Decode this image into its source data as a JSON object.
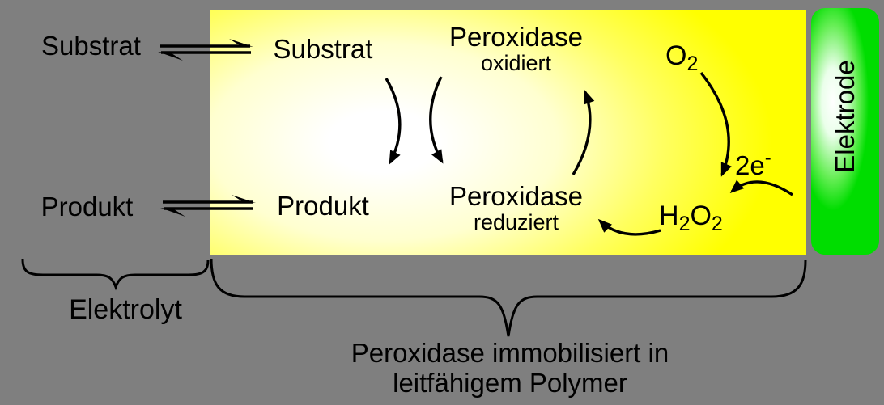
{
  "colors": {
    "background": "#7f7f7f",
    "membrane_yellow": "#ffff00",
    "electrode_green": "#00dd00",
    "stroke": "#000000",
    "text": "#000000"
  },
  "electrolyte_region": {
    "substrat": "Substrat",
    "produkt": "Produkt",
    "brace_label": "Elektrolyt"
  },
  "membrane_region": {
    "substrat": "Substrat",
    "produkt": "Produkt",
    "enzyme_oxidized": {
      "name": "Peroxidase",
      "state": "oxidiert"
    },
    "enzyme_reduced": {
      "name": "Peroxidase",
      "state": "reduziert"
    },
    "o2": {
      "p1": "O",
      "s1": "2"
    },
    "h2o2": {
      "p1": "H",
      "s1": "2",
      "p2": "O",
      "s2": "2"
    },
    "electrons": {
      "base": "2e",
      "sup": "-"
    },
    "brace_label_line1": "Peroxidase immobilisiert in",
    "brace_label_line2": "leitfähigem Polymer"
  },
  "electrode_region": {
    "label": "Elektrode"
  }
}
